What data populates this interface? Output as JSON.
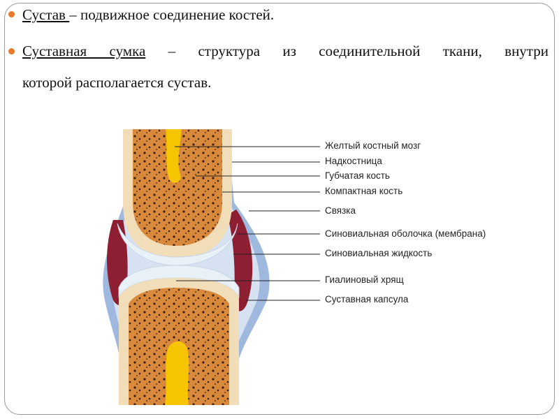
{
  "bullets": [
    {
      "term": "Сустав ",
      "text": "– подвижное соединение костей."
    },
    {
      "term": "Суставная сумка",
      "text_line1": " – структура из соединительной ткани, внутри",
      "text_line2": "которой располагается сустав."
    }
  ],
  "labels": [
    "Желтый костный мозг",
    "Надкостница",
    "Губчатая кость",
    "Компактная кость",
    "Связка",
    "Синовиальная оболочка (мембрана)",
    "Синовиальная жидкость",
    "Гиалиновый хрящ",
    "Суставная капсула"
  ],
  "colors": {
    "bullet": "#e87a2a",
    "bone_spongy": "#d9893c",
    "bone_compact": "#f1ddb8",
    "marrow": "#f7c500",
    "cartilage": "#e8f0f8",
    "synovial_fluid": "#8e1f32",
    "capsule": "#9fb8de",
    "ligament": "#d6e2f2"
  }
}
